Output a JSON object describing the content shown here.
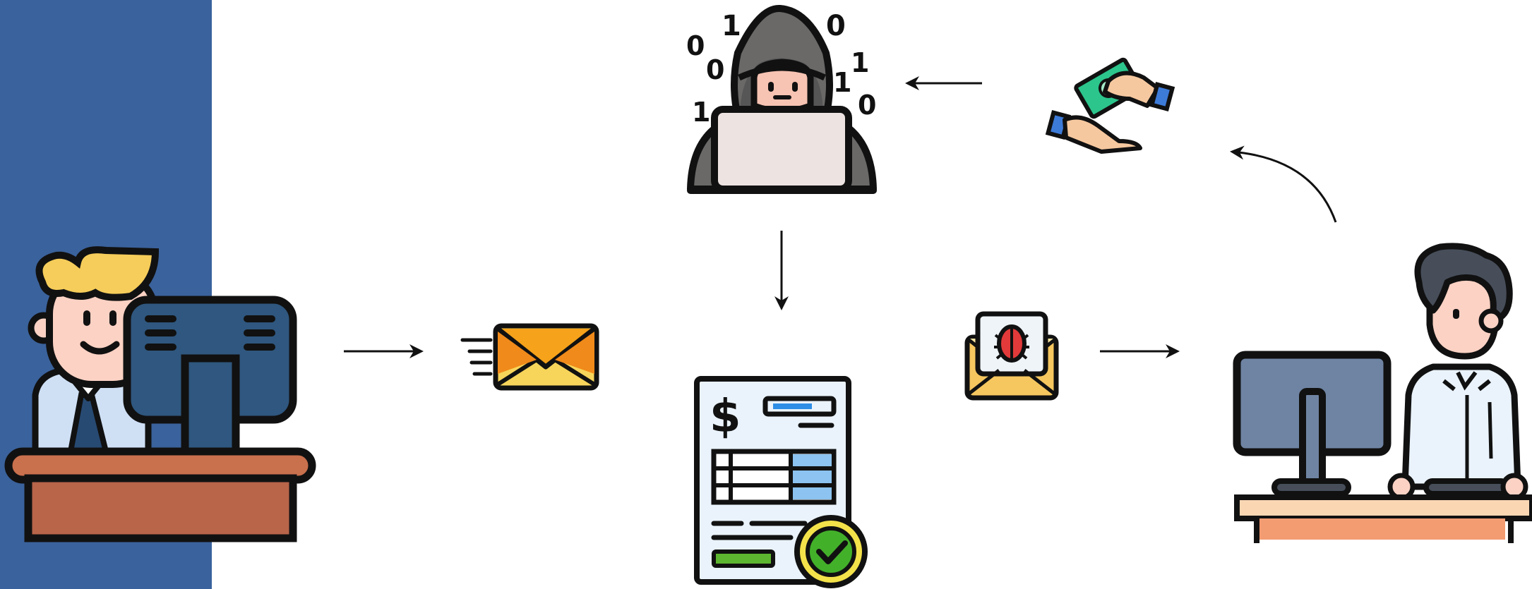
{
  "diagram": {
    "background_panel_color": "#3a629c",
    "stroke_color": "#111111",
    "nodes": [
      {
        "id": "sender",
        "icon": "office-worker-at-computer-icon"
      },
      {
        "id": "email",
        "icon": "sent-email-envelope-icon"
      },
      {
        "id": "hacker",
        "icon": "hooded-hacker-laptop-icon"
      },
      {
        "id": "invoice",
        "icon": "approved-invoice-document-icon"
      },
      {
        "id": "malicious-email",
        "icon": "email-with-bug-icon"
      },
      {
        "id": "victim",
        "icon": "employee-at-computer-icon"
      },
      {
        "id": "payment",
        "icon": "money-handoff-icon"
      }
    ],
    "edges": [
      {
        "from": "sender",
        "to": "email"
      },
      {
        "from": "hacker",
        "to": "invoice"
      },
      {
        "from": "malicious-email",
        "to": "victim"
      },
      {
        "from": "victim",
        "to": "payment"
      },
      {
        "from": "payment",
        "to": "hacker"
      }
    ],
    "binary_digits": [
      "1",
      "0",
      "0",
      "0",
      "1",
      "1",
      "1",
      "0"
    ]
  }
}
